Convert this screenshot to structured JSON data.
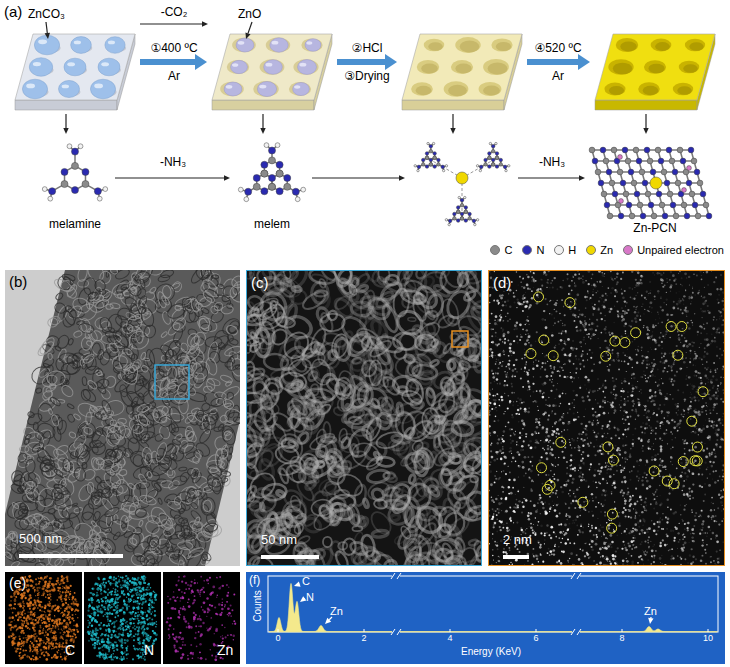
{
  "diagram": {
    "nodes": [
      {
        "text": [
          "(b)",
          "500 nm"
        ]
      },
      {
        "text": [
          "(c)",
          "50 nm"
        ]
      },
      {
        "text": [
          "(d)",
          "2 nm"
        ]
      },
      {
        "text": [
          "(e)",
          "C"
        ]
      },
      {
        "text": [
          "N"
        ]
      },
      {
        "text": [
          "Zn"
        ]
      },
      {
        "text": [
          "(f)",
          "C",
          "N",
          "Zn",
          "Zn",
          "Counts",
          "0",
          "2",
          "4",
          "6",
          "8",
          "10",
          "Energy (KeV)"
        ]
      }
    ],
    "labels": [
      "(a)",
      "ZnCO₃",
      "-CO₂",
      "ZnO",
      "①400 ºC",
      "Ar",
      "②HCl",
      "③Drying",
      "④520 ºC",
      "Ar",
      "melamine",
      "-NH₃",
      "melem",
      "-NH₃",
      "Zn-PCN"
    ],
    "legend": [
      {
        "text": "C",
        "color": "#8a8a8a"
      },
      {
        "text": "N",
        "color": "#2a2ab0"
      },
      {
        "text": "H",
        "color": "#f2f2f2"
      },
      {
        "text": "Zn",
        "color": "#f0d800"
      },
      {
        "text": "Unpaired electron",
        "color": "#d878c8"
      }
    ]
  }
}
